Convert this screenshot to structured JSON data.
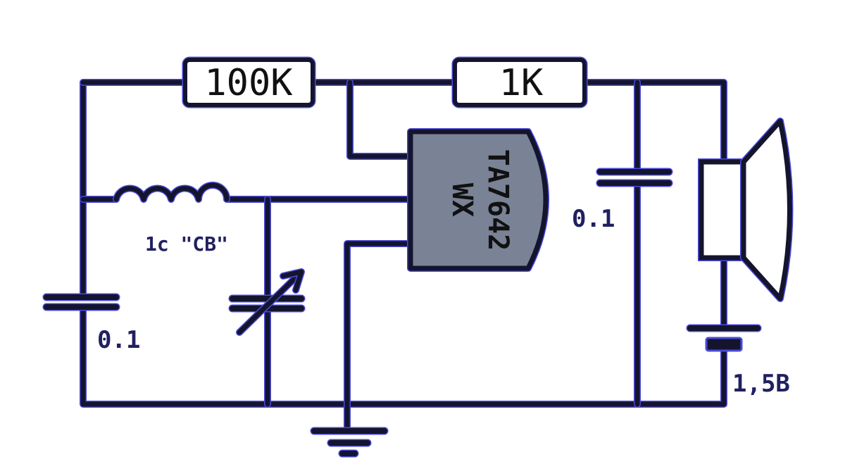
{
  "resistors": {
    "r1_value": "100K",
    "r2_value": "1K"
  },
  "chip": {
    "part_number": "TA7642",
    "marking": "WX"
  },
  "capacitors": {
    "left_value": "0.1",
    "right_value": "0.1"
  },
  "inductor": {
    "label": "1c \"CB\""
  },
  "battery": {
    "voltage": "1,5B"
  },
  "colors": {
    "wire": "#14142e",
    "halo": "#4a4ad8",
    "chip_fill": "#7a8296",
    "label_text": "#202060"
  }
}
